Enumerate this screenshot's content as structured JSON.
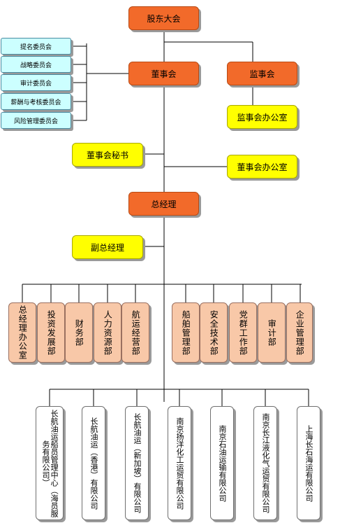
{
  "boxes": {
    "shareholders": "股东大会",
    "board": "董事会",
    "supervisors": "监事会",
    "supervisors_office": "监事会办公室",
    "board_secretary": "董事会秘书",
    "board_office": "董事会办公室",
    "general_manager": "总经理",
    "deputy_gm": "副总经理"
  },
  "committees": [
    "提名委员会",
    "战略委员会",
    "审计委员会",
    "薪酬与考核委员会",
    "风险管理委员会"
  ],
  "departments": [
    "总经理办公室",
    "投资发展部",
    "财务部",
    "人力资源部",
    "航运经营部",
    "船舶管理部",
    "安全技术部",
    "党群工作部",
    "审计部",
    "企业管理部"
  ],
  "subsidiaries": [
    "长航油运船员管理中心（海员服务有限公司）",
    "长航油运（香港）有限公司",
    "长航油运（新加坡）有限公司",
    "南京扬洋化工运贸有限公司",
    "南京石油运输有限公司",
    "南京长江液化气运贸有限公司",
    "上海长石海运有限公司"
  ],
  "colors": {
    "orange": "#f26a2a",
    "yellow": "#ffff00",
    "cyan": "#ccffff",
    "salmon": "#f8c8a8"
  }
}
